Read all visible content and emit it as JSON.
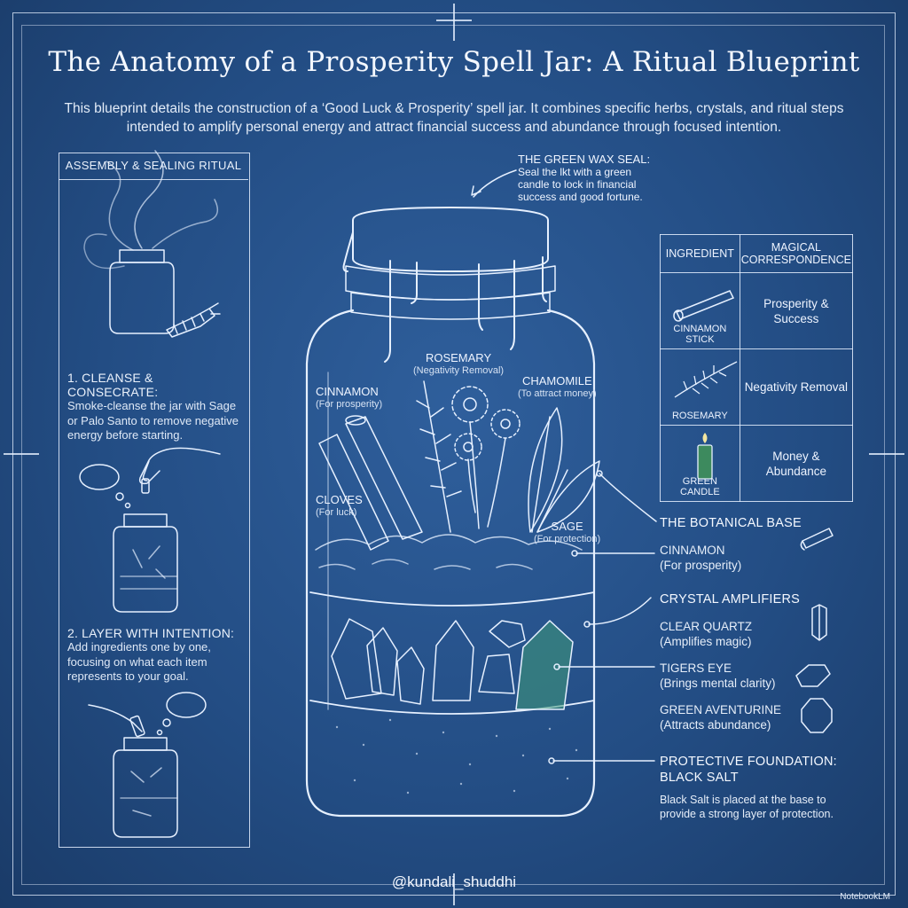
{
  "title": "The Anatomy of a Prosperity Spell Jar: A Ritual Blueprint",
  "intro": "This blueprint details the construction of a ‘Good Luck & Prosperity’ spell jar. It combines specific herbs, crystals, and ritual steps intended to amplify personal energy and attract financial success and abundance through focused intention.",
  "ritual": {
    "heading": "ASSEMBLY & SEALING RITUAL",
    "steps": [
      {
        "title": "1. CLEANSE & CONSECRATE:",
        "text": "Smoke-cleanse the jar with Sage or Palo Santo to remove negative energy before starting."
      },
      {
        "title": "2. LAYER WITH INTENTION:",
        "text": "Add ingredients one by one, focusing on what each item represents to your goal."
      }
    ]
  },
  "wax_seal": {
    "title": "THE GREEN WAX SEAL:",
    "text": "Seal the lkt with a green candle to lock in financial success and good fortune."
  },
  "jar_labels": {
    "rosemary": {
      "name": "ROSEMARY",
      "note": "(Negativity Removal)"
    },
    "chamomile": {
      "name": "CHAMOMILE",
      "note": "(To attract money)"
    },
    "cinnamon": {
      "name": "CINNAMON",
      "note": "(For prosperity)"
    },
    "cloves": {
      "name": "CLOVES",
      "note": "(For luck)"
    },
    "sage": {
      "name": "SAGE",
      "note": "(For protection)"
    }
  },
  "table": {
    "headers": [
      "INGREDIENT",
      "MAGICAL CORRESPONDENCE"
    ],
    "rows": [
      {
        "ingredient": "CINNAMON STICK",
        "meaning": "Prosperity & Success"
      },
      {
        "ingredient": "ROSEMARY",
        "meaning": "Negativity Removal"
      },
      {
        "ingredient": "GREEN CANDLE",
        "meaning": "Money & Abundance"
      }
    ]
  },
  "sections": {
    "botanical": {
      "heading": "THE BOTANICAL BASE",
      "item": "CINNAMON",
      "note": "(For prosperity)"
    },
    "crystals": {
      "heading": "CRYSTAL AMPLIFIERS",
      "items": [
        {
          "name": "CLEAR QUARTZ",
          "note": "(Amplifies magic)"
        },
        {
          "name": "TIGERS EYE",
          "note": "(Brings mental clarity)"
        },
        {
          "name": "GREEN AVENTURINE",
          "note": "(Attracts abundance)"
        }
      ]
    },
    "foundation": {
      "heading_1": "PROTECTIVE FOUNDATION:",
      "heading_2": "BLACK SALT",
      "text": "Black Salt is placed at the base to provide a strong layer of protection."
    }
  },
  "handle": "@kundali_shuddhi",
  "brand": "NotebookLM",
  "colors": {
    "background": "#234d84",
    "line": "#e6f0ff",
    "crystal_green": "#3f9a78",
    "candle_green": "#3d8a5e"
  }
}
